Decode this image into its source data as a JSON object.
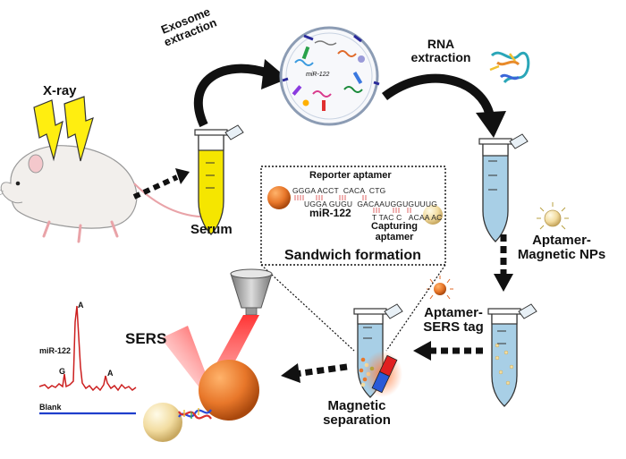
{
  "labels": {
    "xray": "X-ray",
    "exosome_extraction_1": "Exosome",
    "exosome_extraction_2": "extraction",
    "rna_extraction_1": "RNA",
    "rna_extraction_2": "extraction",
    "serum": "Serum",
    "aptamer_magnetic_1": "Aptamer-",
    "aptamer_magnetic_2": "Magnetic NPs",
    "aptamer_sers_1": "Aptamer-",
    "aptamer_sers_2": "SERS tag",
    "magnetic_sep_1": "Magnetic",
    "magnetic_sep_2": "separation",
    "sers": "SERS",
    "sandwich": "Sandwich formation",
    "reporter_aptamer": "Reporter aptamer",
    "capturing_1": "Capturing",
    "capturing_2": "aptamer",
    "mir_box": "miR-122",
    "mir_exosome": "miR-122"
  },
  "sequence": {
    "line1": "GGGA ACCT  CACA  CTG",
    "line2": "UGGA GUGU  GACAAUGGUGUUUG",
    "line3": "T TAC C   ACAA AC"
  },
  "spectrum": {
    "series_label": "miR-122",
    "blank_label": "Blank",
    "peak_labels": [
      "A",
      "G",
      "A"
    ]
  },
  "colors": {
    "serum": "#f5e600",
    "buffer": "#a8cfe6",
    "orange_np": "#e8772a",
    "gold_np": "#f2dca0",
    "laser": "#e02020",
    "spectrum_red": "#cc1f1f",
    "blank_blue": "#1f3fcc"
  }
}
